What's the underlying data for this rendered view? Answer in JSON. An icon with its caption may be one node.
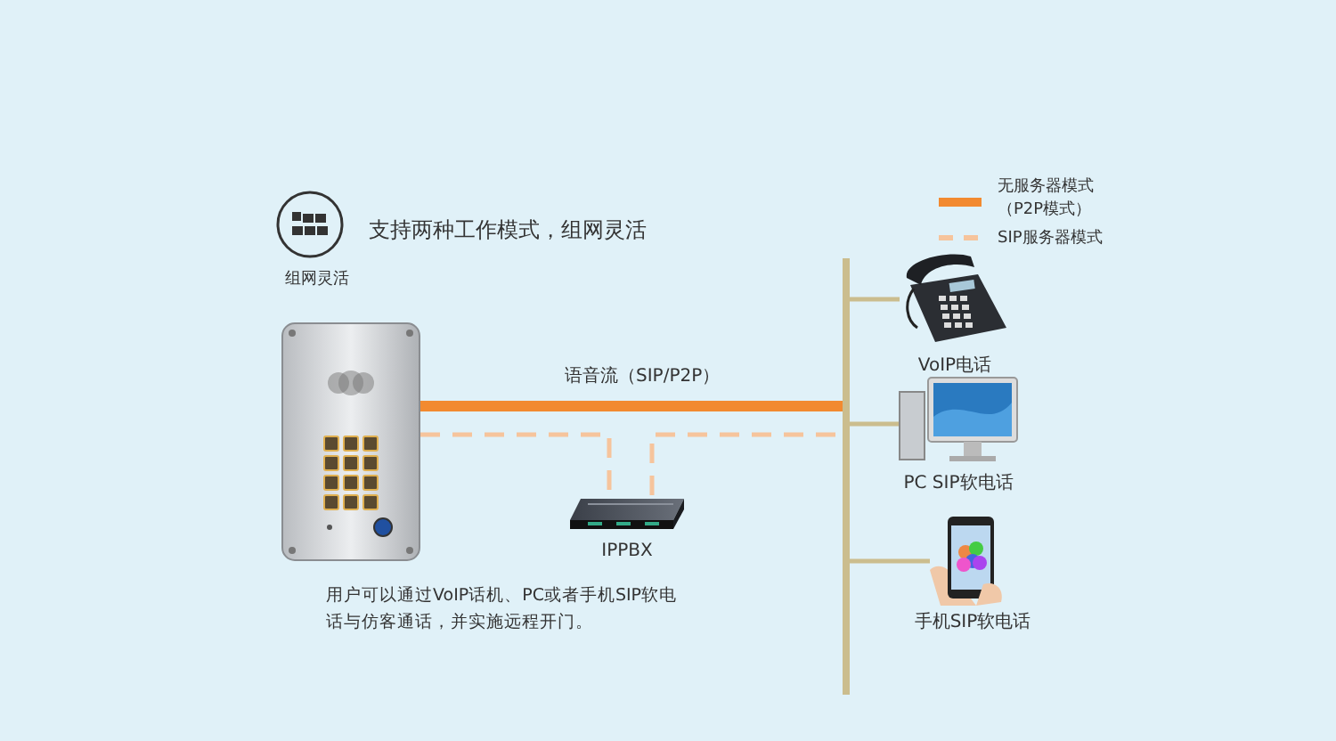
{
  "diagram": {
    "nodes": [
      {
        "text": [],
        "shape": "picture"
      },
      {
        "text": [],
        "shape": "picture",
        "beside": [
          "IPPBX"
        ]
      },
      {
        "text": [],
        "shape": "bar"
      },
      {
        "text": [],
        "shape": "picture",
        "beside": [
          "VoIP电话"
        ]
      },
      {
        "text": [],
        "shape": "picture",
        "beside": [
          "PC SIP软电话"
        ]
      },
      {
        "text": [],
        "shape": "picture",
        "beside": [
          "手机SIP软电话"
        ]
      }
    ],
    "edges": [
      {
        "from": 0,
        "to": 2,
        "arrow": "none",
        "label": "语音流（SIP/P2P）",
        "style": "thick",
        "color": "#f28a30"
      },
      {
        "from": 0,
        "to": 1,
        "arrow": "none",
        "style": "dashed",
        "color": "#f6c49c"
      },
      {
        "from": 1,
        "to": 2,
        "arrow": "none",
        "style": "dashed",
        "color": "#f6c49c"
      },
      {
        "from": 2,
        "to": 3,
        "arrow": "none"
      },
      {
        "from": 2,
        "to": 4,
        "arrow": "none"
      },
      {
        "from": 2,
        "to": 5,
        "arrow": "none"
      }
    ],
    "labels": [
      "组网灵活",
      "支持两种工作模式，组网灵活",
      "用户可以通过VoIP话机、PC或者手机SIP软电话与仿客通话，并实施远程开门。"
    ],
    "legend": [
      {
        "text": "无服务器模式（P2P模式）"
      },
      {
        "text": "SIP服务器模式"
      }
    ]
  }
}
